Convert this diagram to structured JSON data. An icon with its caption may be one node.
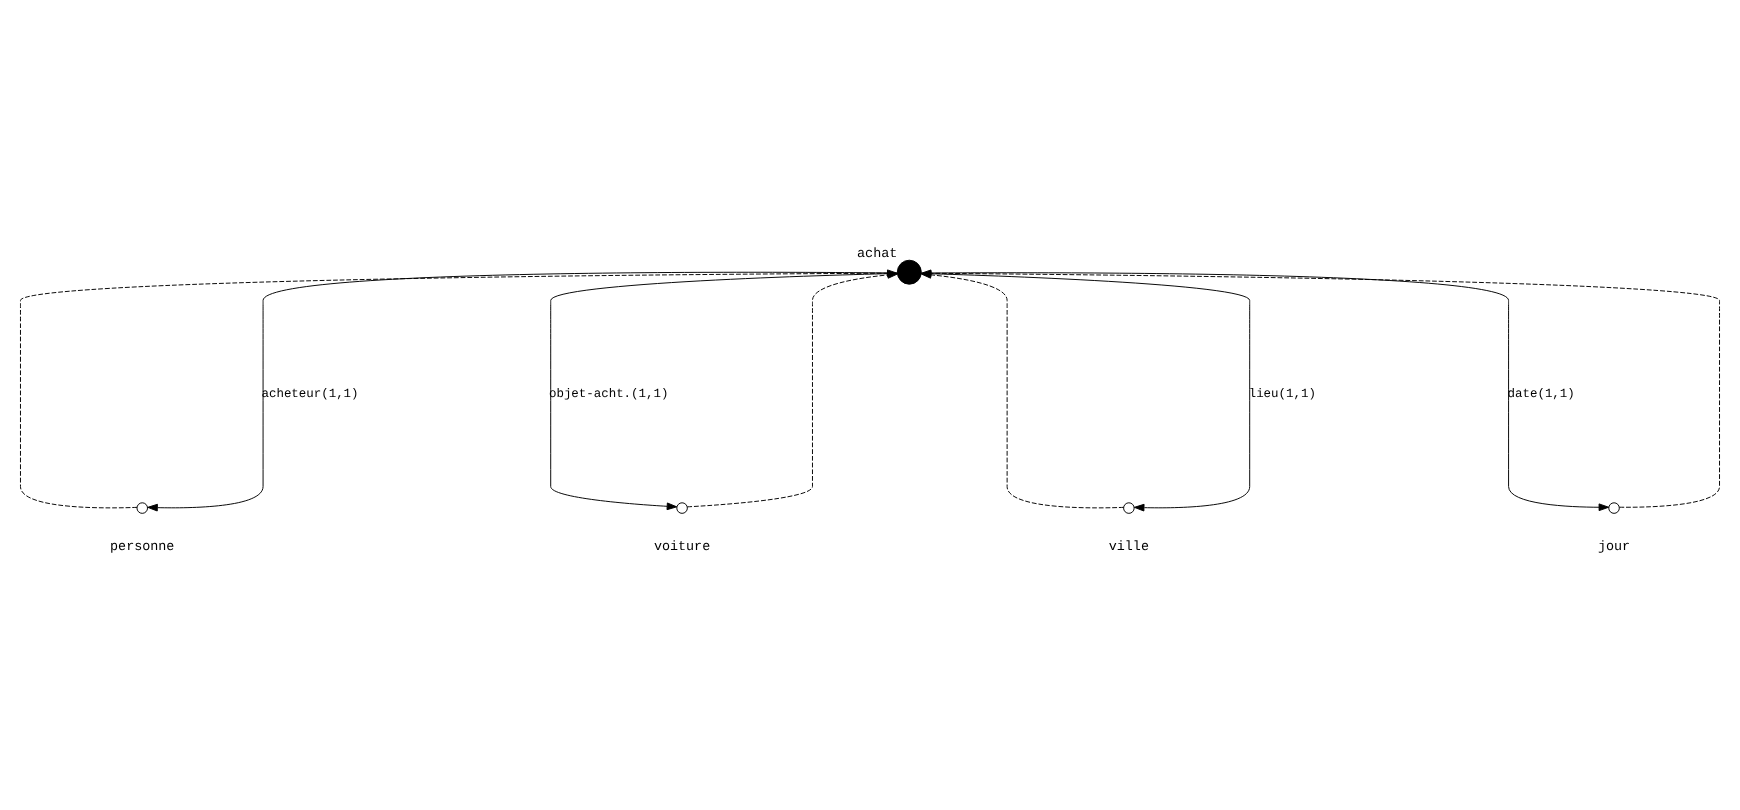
{
  "diagram": {
    "nodes": [
      {
        "text": [],
        "shape": "circle",
        "beside": [
          "achat"
        ]
      },
      {
        "text": [],
        "shape": "circle",
        "beside": [
          "personne"
        ]
      },
      {
        "text": [],
        "shape": "circle",
        "beside": [
          "voiture"
        ]
      },
      {
        "text": [],
        "shape": "circle",
        "beside": [
          "ville"
        ]
      },
      {
        "text": [],
        "shape": "circle",
        "beside": [
          "jour"
        ]
      }
    ],
    "edges": [
      {
        "from": 0,
        "to": 1,
        "arrow": "to",
        "label": "acheteur(1,1)"
      },
      {
        "from": 1,
        "to": 0,
        "arrow": "to",
        "style": "dashed"
      },
      {
        "from": 0,
        "to": 2,
        "arrow": "to",
        "label": "objet-acht.(1,1)"
      },
      {
        "from": 2,
        "to": 0,
        "arrow": "to",
        "style": "dashed"
      },
      {
        "from": 0,
        "to": 3,
        "arrow": "to",
        "label": "lieu(1,1)"
      },
      {
        "from": 3,
        "to": 0,
        "arrow": "to",
        "style": "dashed"
      },
      {
        "from": 0,
        "to": 4,
        "arrow": "to",
        "label": "date(1,1)"
      },
      {
        "from": 4,
        "to": 0,
        "arrow": "to",
        "style": "dashed"
      }
    ]
  }
}
